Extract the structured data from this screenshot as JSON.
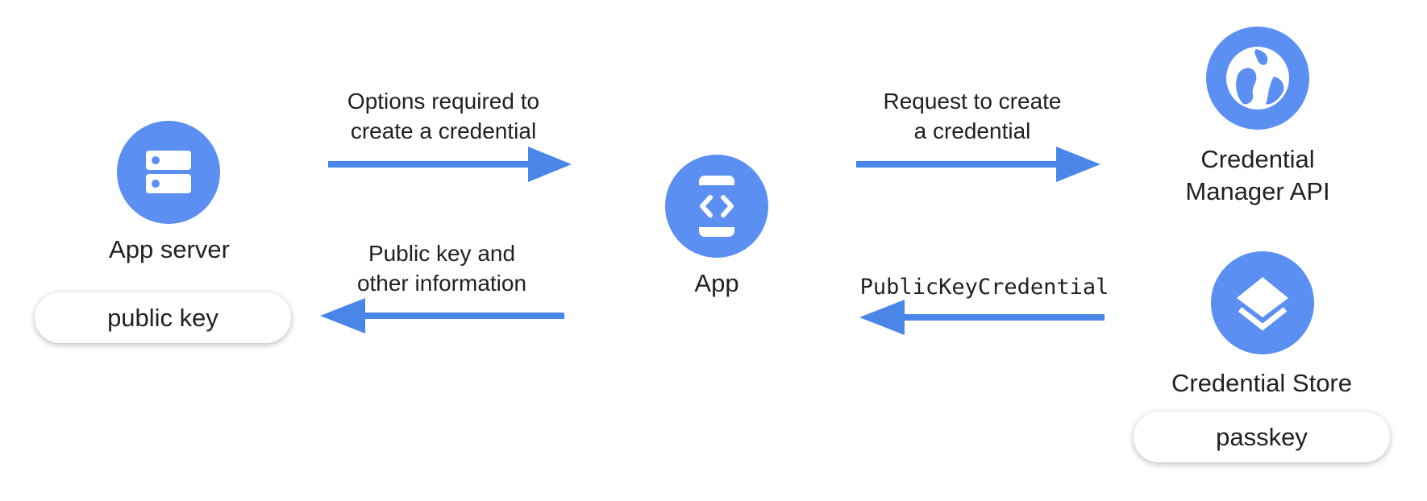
{
  "nodes": {
    "app_server": {
      "label": "App server",
      "icon": "server-icon",
      "badge": "public key"
    },
    "app": {
      "label": "App",
      "icon": "app-code-icon"
    },
    "credential_manager": {
      "label_line1": "Credential",
      "label_line2": "Manager API",
      "icon": "globe-icon"
    },
    "credential_store": {
      "label": "Credential Store",
      "icon": "layers-icon",
      "badge": "passkey"
    }
  },
  "arrows": {
    "options": {
      "line1": "Options required to",
      "line2": "create a credential",
      "direction": "right"
    },
    "public_key": {
      "line1": "Public key and",
      "line2": "other information",
      "direction": "left"
    },
    "request": {
      "line1": "Request to create",
      "line2": "a credential",
      "direction": "right"
    },
    "credential": {
      "label": "PublicKeyCredential",
      "direction": "left"
    }
  },
  "colors": {
    "accent": "#5b8ff2",
    "arrow": "#4a86e8",
    "text": "#202124"
  }
}
